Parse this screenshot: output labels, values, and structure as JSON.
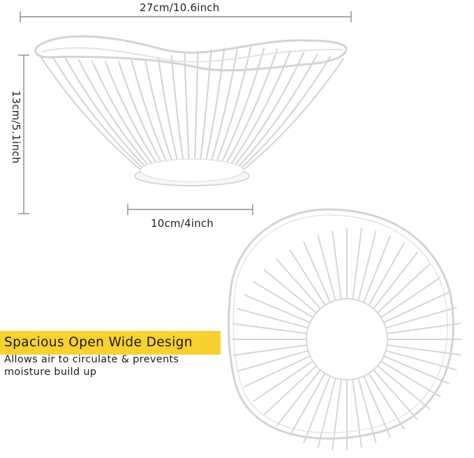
{
  "dimensions": {
    "width_label": "27cm/10.6inch",
    "height_label": "13cm/5.1inch",
    "base_label": "10cm/4inch"
  },
  "feature": {
    "title": "Spacious Open Wide Design",
    "description_line1": "Allows air to circulate & prevents",
    "description_line2": "moisture build up"
  },
  "colors": {
    "banner": "#f6d12f",
    "wire": "#d8d8d8",
    "dimension_line": "#777777"
  }
}
